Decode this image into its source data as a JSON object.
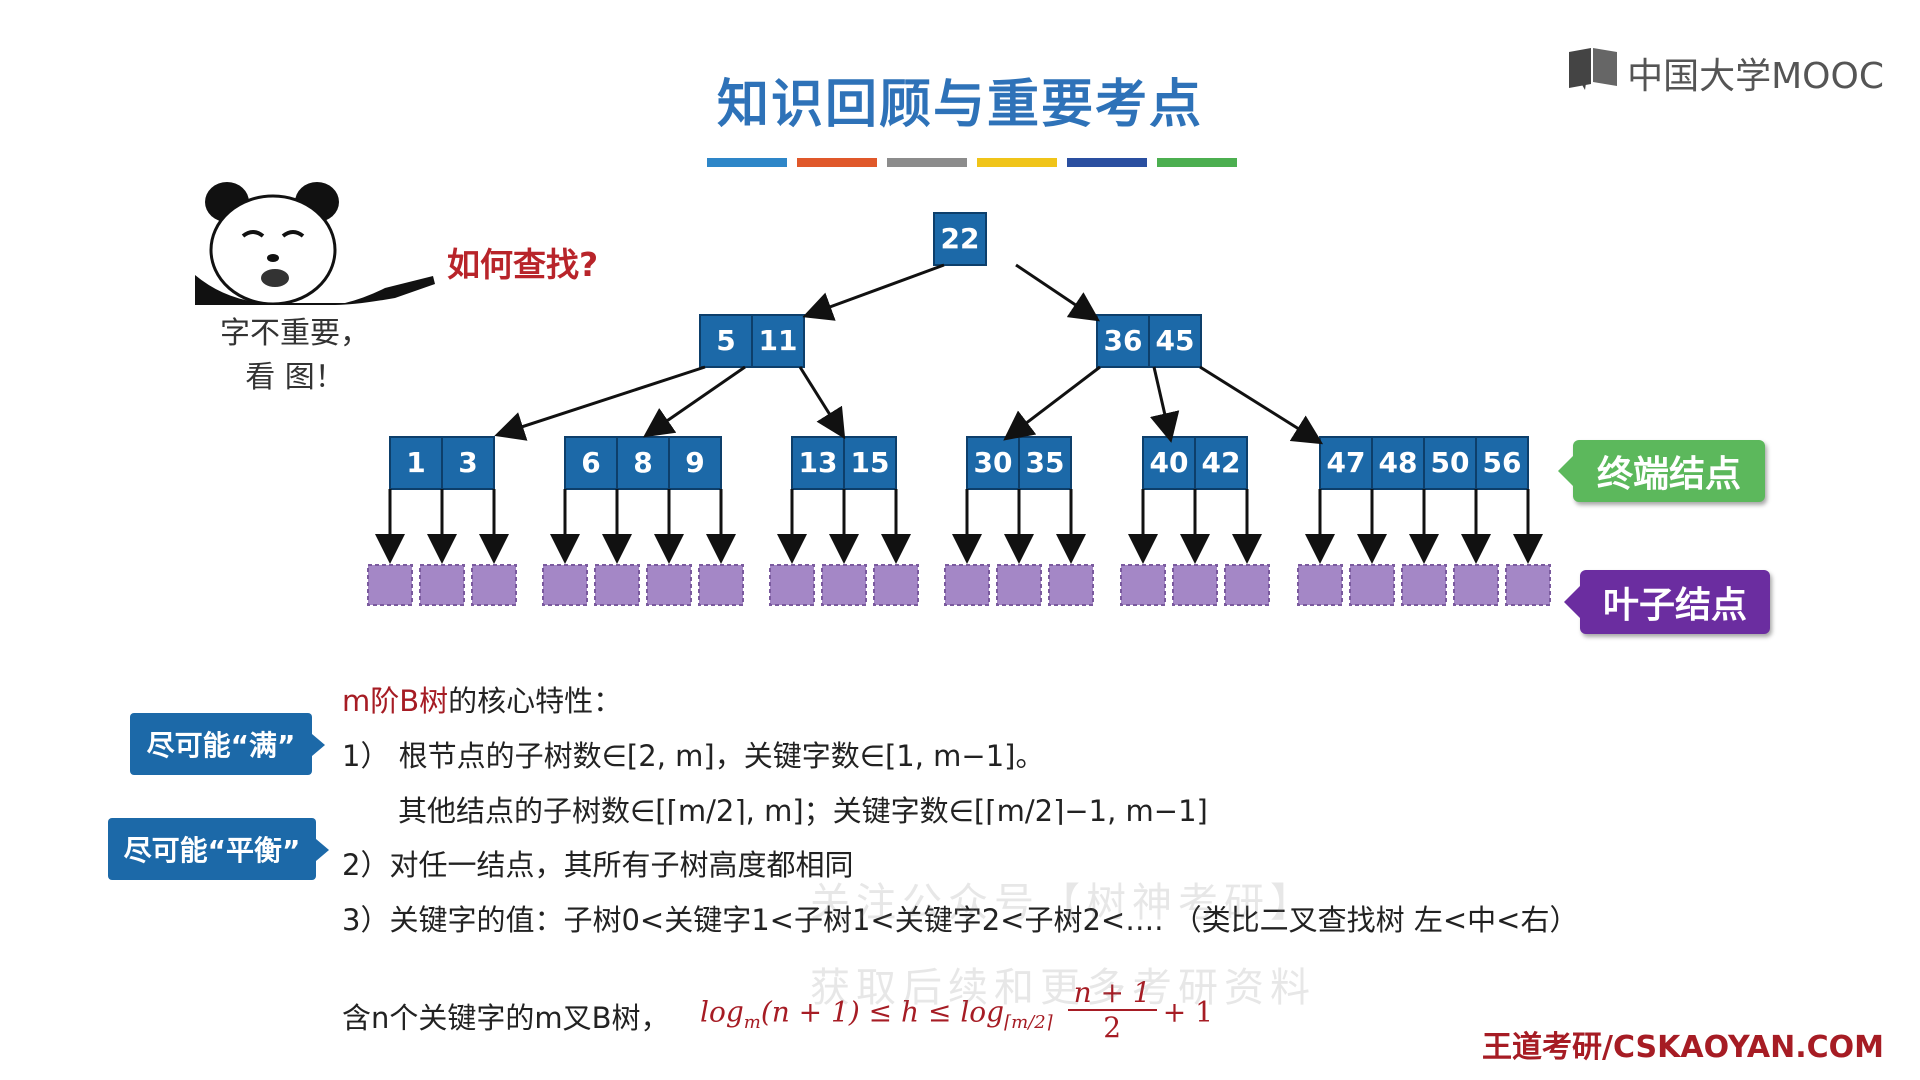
{
  "title": "知识回顾与重要考点",
  "brand": "中国大学MOOC",
  "color_bars": [
    "#2e86c8",
    "#e0582a",
    "#8c8c8c",
    "#f0c419",
    "#2a4fa0",
    "#4caf50"
  ],
  "bubble": "如何查找?",
  "panda_caption": [
    "字不重要，",
    "看 图！"
  ],
  "tree": {
    "root": [
      "22"
    ],
    "level2": [
      [
        "5",
        "11"
      ],
      [
        "36",
        "45"
      ]
    ],
    "level3": [
      [
        "1",
        "3"
      ],
      [
        "6",
        "8",
        "9"
      ],
      [
        "13",
        "15"
      ],
      [
        "30",
        "35"
      ],
      [
        "40",
        "42"
      ],
      [
        "47",
        "48",
        "50",
        "56"
      ]
    ]
  },
  "tags": {
    "terminal": "终端结点",
    "leaf": "叶子结点",
    "full": "尽可能“满”",
    "balance": "尽可能“平衡”"
  },
  "props": {
    "heading_red": "m阶B树",
    "heading_rest": "的核心特性：",
    "line1": "1）  根节点的子树数∈[2, m]，关键字数∈[1, m−1]。",
    "line1b": "其他结点的子树数∈[⌈m/2⌉, m]；关键字数∈[⌈m/2⌉−1, m−1]",
    "line2": "2）对任一结点，其所有子树高度都相同",
    "line3": "3）关键字的值：子树0<关键字1<子树1<关键字2<子树2<…. （类比二叉查找树 左<中<右）",
    "line4": "含n个关键字的m叉B树，"
  },
  "formula": {
    "left": "log",
    "left_sub": "m",
    "left_arg": "(n + 1) ≤ h ≤ log",
    "right_sub": "⌈m/2⌉",
    "num": "n + 1",
    "den": "2",
    "tail": "+ 1"
  },
  "watermark": [
    "关注公众号【树神考研】",
    "获取后续和更多考研资料"
  ],
  "footer": "王道考研/CSKAOYAN.COM"
}
